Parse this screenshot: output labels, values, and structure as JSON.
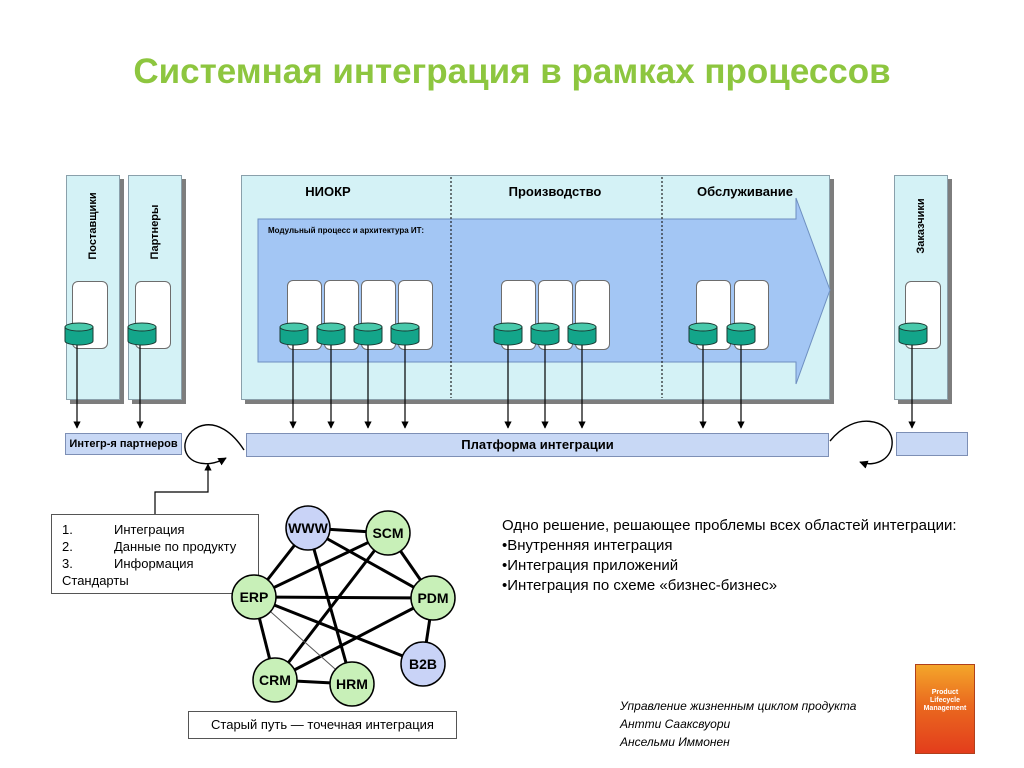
{
  "title": "Системная интеграция в рамках процессов",
  "panels": {
    "suppliers": "Поставщики",
    "partners": "Партнеры",
    "customers": "Заказчики"
  },
  "phases": [
    "НИОКР",
    "Производство",
    "Обслуживание"
  ],
  "arrow_label": "Модульный процесс и архитектура ИТ:",
  "partner_integration": "Интегр-я партнеров",
  "platform": "Платформа интеграции",
  "list": {
    "items": [
      {
        "num": "1.",
        "text": "Интеграция"
      },
      {
        "num": "2.",
        "text": "Данные по продукту"
      },
      {
        "num": "3.",
        "text": "Информация"
      }
    ],
    "extra": "Стандарты"
  },
  "network_nodes": [
    "WWW",
    "SCM",
    "ERP",
    "PDM",
    "CRM",
    "HRM",
    "B2B"
  ],
  "old_way": "Старый путь — точечная интеграция",
  "solution": {
    "intro": "Одно решение, решающее проблемы всех областей интеграции:",
    "bullets": [
      "•Внутренняя интеграция",
      "•Интеграция приложений",
      "•Интеграция по схеме «бизнес-бизнес»"
    ]
  },
  "book": {
    "lines": [
      "Управление жизненным циклом продукта",
      "Антти Сааксвуори",
      "Ансельми Иммонен"
    ],
    "cover_title": "Product Lifecycle Management"
  },
  "colors": {
    "title": "#8dc63f",
    "panel": "#d4f2f6",
    "arrow": "#a3c6f4",
    "platform": "#c8d8f5",
    "db": "#13a58a",
    "node_blue": "#c9d3f7",
    "node_green": "#c8f0b8"
  }
}
